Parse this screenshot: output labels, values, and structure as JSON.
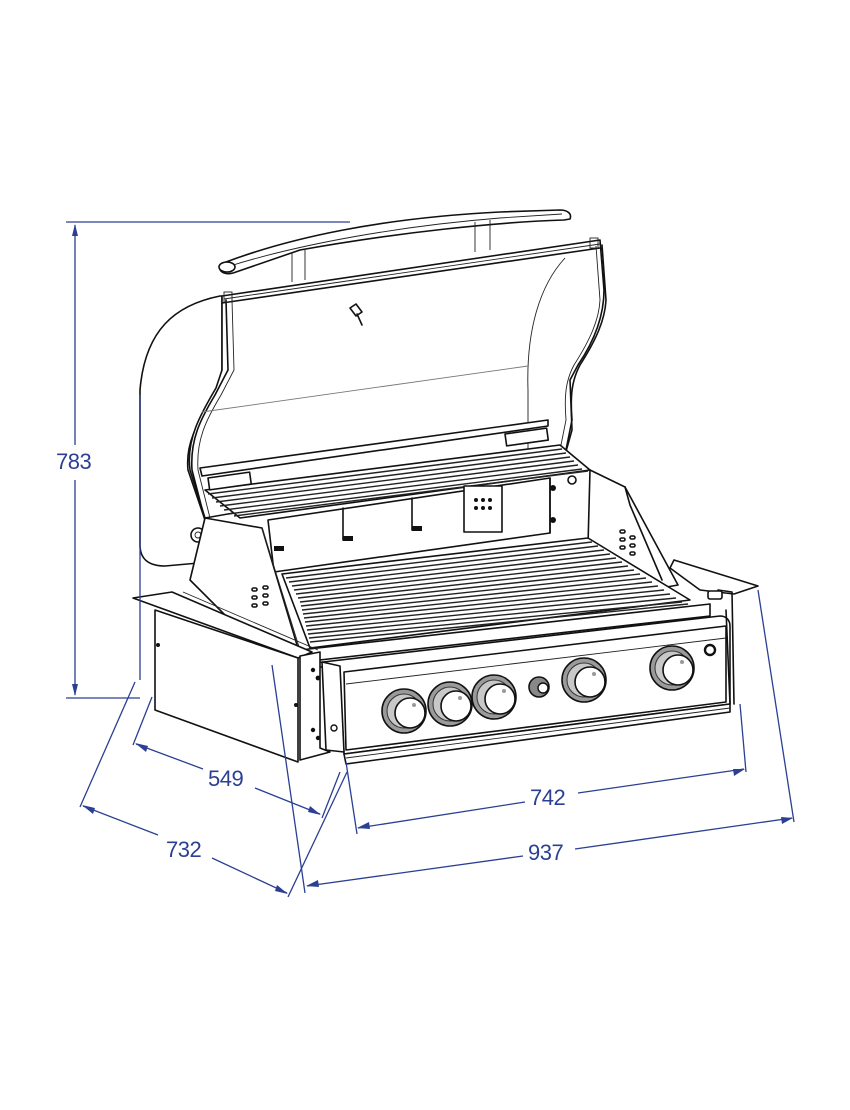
{
  "diagram": {
    "subject": "Built-in gas grill, lid open, with insulating jacket",
    "units": "mm",
    "line_color": "#111111",
    "dimension_color": "#2b3f93",
    "dimensions": {
      "height": {
        "label": "783"
      },
      "depth_inner": {
        "label": "549"
      },
      "depth_outer": {
        "label": "732"
      },
      "width_inner": {
        "label": "742"
      },
      "width_outer": {
        "label": "937"
      }
    },
    "components": {
      "lid_handle": "lid-handle",
      "lid": "hood",
      "thermometer": "lid-thermometer",
      "warming_rack": "warming-rack",
      "cooking_grates": "cooking-grates",
      "control_panel": {
        "burner_knobs": 5,
        "igniter_button": 1,
        "light": 1
      },
      "insulating_jacket": "insulating-jacket"
    }
  }
}
